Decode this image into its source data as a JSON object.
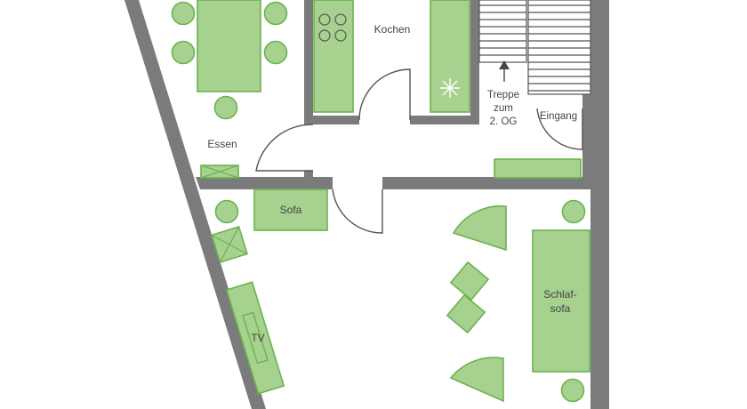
{
  "floorplan": {
    "colors": {
      "wall": "#7b7b7b",
      "furniture_fill": "#a6d18e",
      "furniture_stroke": "#6bb34f",
      "line": "#555555",
      "background": "#ffffff"
    },
    "rooms": {
      "kitchen": "Kochen",
      "dining": "Essen",
      "entrance": "Eingang"
    },
    "stairs": {
      "label_line1": "Treppe",
      "label_line2": "zum",
      "label_line3": "2. OG"
    },
    "furniture": {
      "sofa": "Sofa",
      "sofa_bed_line1": "Schlaf-",
      "sofa_bed_line2": "sofa",
      "tv": "TV"
    }
  }
}
